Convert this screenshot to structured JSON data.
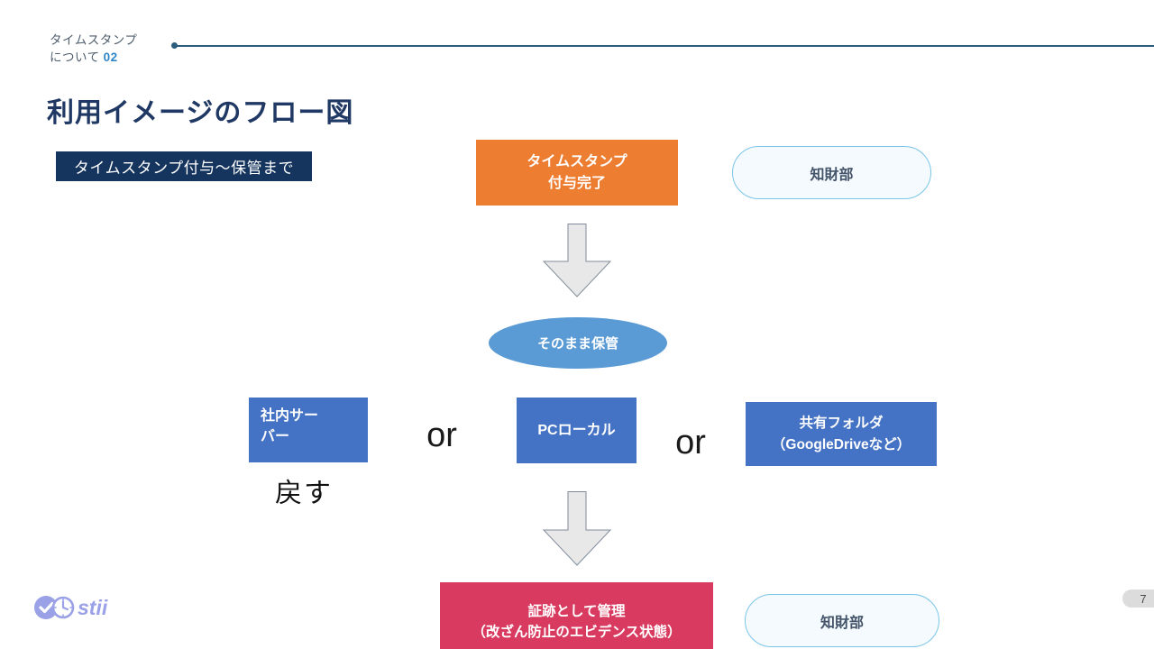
{
  "slide": {
    "header": {
      "label_line1": "タイムスタンプ",
      "label_line2": "について",
      "section_number": "02"
    },
    "title": "利用イメージのフロー図",
    "tag_box_label": "タイムスタンプ付与～保管まで",
    "flow": {
      "start_box": "タイムスタンプ\n付与完了",
      "actor_top": "知財部",
      "store_ellipse": "そのまま保管",
      "storage_options": [
        {
          "label": "社内サーバー"
        },
        {
          "label": "PCローカル"
        },
        {
          "label": "共有フォルダ\n（GoogleDriveなど）"
        }
      ],
      "or_label": "or",
      "return_label": "戻す",
      "end_box": "証跡として管理\n（改ざん防止のエビデンス状態）",
      "actor_bottom": "知財部"
    },
    "logo_text": "stii",
    "page_number": "7",
    "colors": {
      "title_navy": "#1f3864",
      "tag_navy": "#16355e",
      "orange": "#ed7d31",
      "storage_blue": "#4472c4",
      "ellipse_blue": "#5b9bd5",
      "end_red": "#d93a5f",
      "pill_border": "#7cc5e8",
      "pill_bg": "#f4fafd",
      "accent_blue": "#2e86c8",
      "header_line": "#2a5d7c",
      "arrow_fill": "#e8e8e8",
      "logo_purple": "#9aa1e6"
    }
  }
}
